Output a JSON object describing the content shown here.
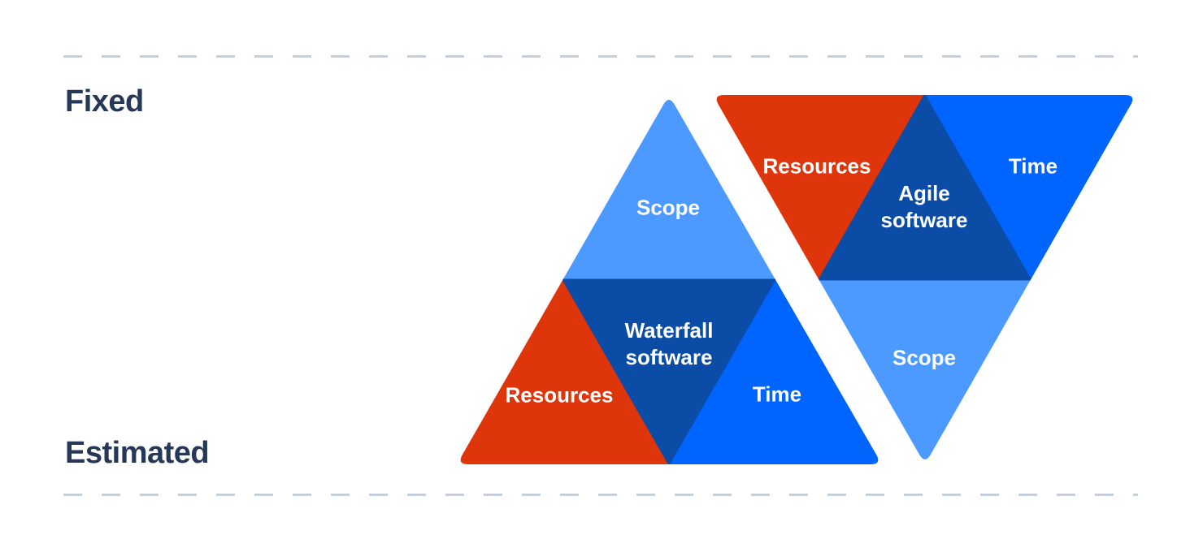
{
  "axis": {
    "top_label": "Fixed",
    "bottom_label": "Estimated"
  },
  "waterfall_triangle": {
    "name": "Waterfall software",
    "scope": "Scope",
    "resources": "Resources",
    "time": "Time"
  },
  "agile_triangle": {
    "name": "Agile software",
    "scope": "Scope",
    "resources": "Resources",
    "time": "Time"
  },
  "colors": {
    "red": "#DE350B",
    "blue": "#0065FF",
    "light_blue": "#4C9AFF",
    "dark_blue": "#0B4DA6",
    "label_navy": "#253858",
    "dash_gray": "#C9CFD9",
    "white": "#FFFFFF"
  }
}
